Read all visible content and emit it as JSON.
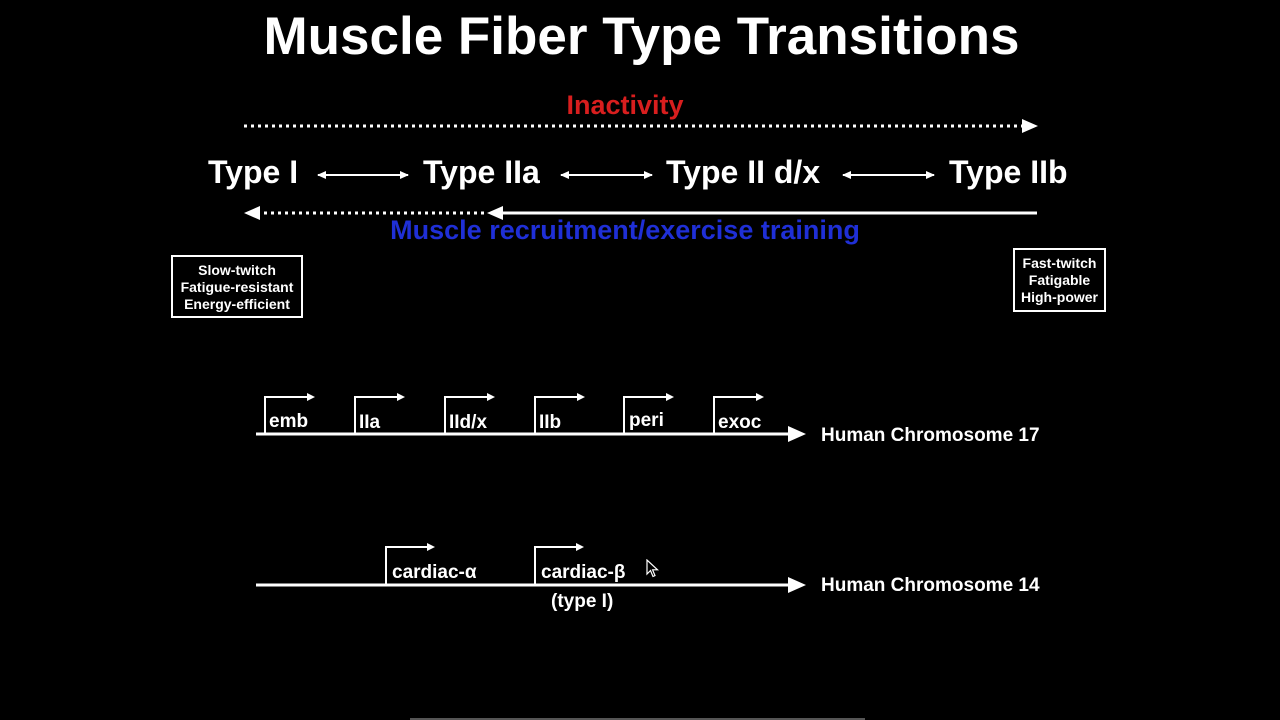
{
  "title": "Muscle Fiber Type Transitions",
  "inactivity_label": "Inactivity",
  "recruitment_label": "Muscle recruitment/exercise training",
  "colors": {
    "inactivity": "#d81e1e",
    "recruitment": "#1f2fd6",
    "background": "#000000",
    "foreground": "#ffffff"
  },
  "fiber_types": [
    "Type I",
    "Type IIa",
    "Type II d/x",
    "Type IIb"
  ],
  "slow_box": [
    "Slow-twitch",
    "Fatigue-resistant",
    "Energy-efficient"
  ],
  "fast_box": [
    "Fast-twitch",
    "Fatigable",
    "High-power"
  ],
  "chromosome_17": {
    "label": "Human Chromosome 17",
    "genes": [
      "emb",
      "IIa",
      "IId/x",
      "IIb",
      "peri",
      "exoc"
    ]
  },
  "chromosome_14": {
    "label": "Human Chromosome 14",
    "genes": [
      "cardiac-α",
      "cardiac-β"
    ],
    "note": "(type I)"
  }
}
